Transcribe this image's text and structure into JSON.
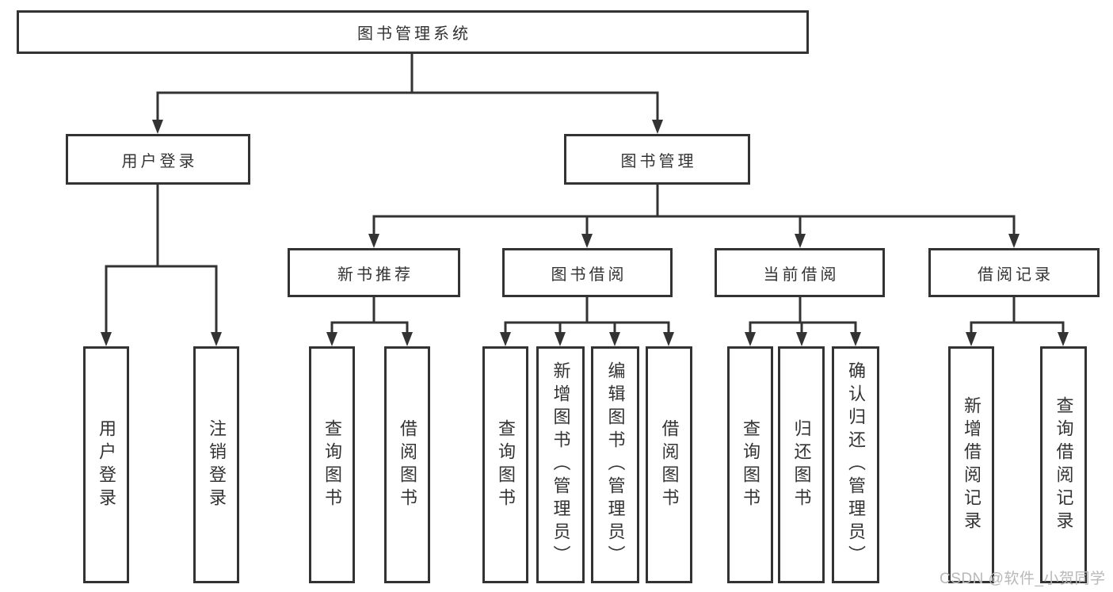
{
  "colors": {
    "line": "#333333",
    "box_border": "#333333",
    "text": "#333333",
    "watermark": "#b8b8b8",
    "background": "#ffffff"
  },
  "diagram": {
    "root": {
      "label": "图书管理系统"
    },
    "level2": [
      {
        "label": "用户登录"
      },
      {
        "label": "图书管理"
      }
    ],
    "level3": [
      {
        "label": "新书推荐",
        "parent": "图书管理"
      },
      {
        "label": "图书借阅",
        "parent": "图书管理"
      },
      {
        "label": "当前借阅",
        "parent": "图书管理"
      },
      {
        "label": "借阅记录",
        "parent": "图书管理"
      }
    ],
    "leaves": [
      {
        "label": "用户登录",
        "parent": "用户登录"
      },
      {
        "label": "注销登录",
        "parent": "用户登录"
      },
      {
        "label": "查询图书",
        "parent": "新书推荐"
      },
      {
        "label": "借阅图书",
        "parent": "新书推荐"
      },
      {
        "label": "查询图书",
        "parent": "图书借阅"
      },
      {
        "label": "新增图书（管理员）",
        "parent": "图书借阅"
      },
      {
        "label": "编辑图书（管理员）",
        "parent": "图书借阅"
      },
      {
        "label": "借阅图书",
        "parent": "图书借阅"
      },
      {
        "label": "查询图书",
        "parent": "当前借阅"
      },
      {
        "label": "归还图书",
        "parent": "当前借阅"
      },
      {
        "label": "确认归还（管理员）",
        "parent": "当前借阅"
      },
      {
        "label": "新增借阅记录",
        "parent": "借阅记录"
      },
      {
        "label": "查询借阅记录",
        "parent": "借阅记录"
      }
    ]
  },
  "watermark": {
    "text": "CSDN @软件_小贺同学"
  }
}
